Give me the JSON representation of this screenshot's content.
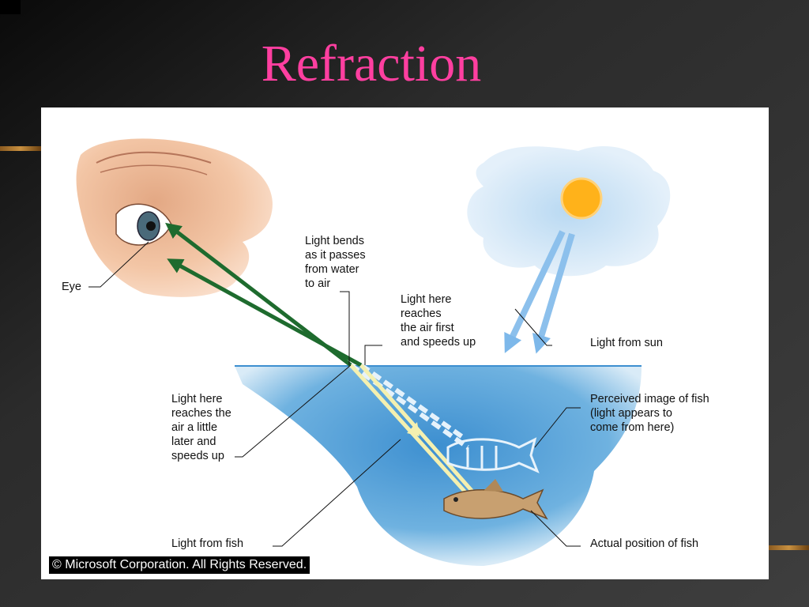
{
  "slide": {
    "title": "Refraction"
  },
  "diagram": {
    "labels": {
      "eye": "Eye",
      "light_bends": "Light bends\nas it passes\nfrom water\nto air",
      "reaches_first": "Light here\nreaches\nthe air first\nand speeds up",
      "light_from_sun": "Light from sun",
      "reaches_later": "Light here\nreaches the\nair a little\nlater and\nspeeds up",
      "perceived_image": "Perceived image of fish\n(light appears to\ncome from here)",
      "light_from_fish": "Light from fish",
      "actual_position": "Actual position of fish"
    },
    "copyright": "© Microsoft Corporation. All Rights Reserved.",
    "colors": {
      "title": "#ff3fa0",
      "water": "#5aa5d8",
      "sky": "#cfe4f4",
      "sun": "#ffb21a",
      "green_arrow": "#1e6b2e",
      "light_ray": "#f4f0b0",
      "sun_ray": "#8cc0ec",
      "skin": "#f5c5a0"
    }
  }
}
